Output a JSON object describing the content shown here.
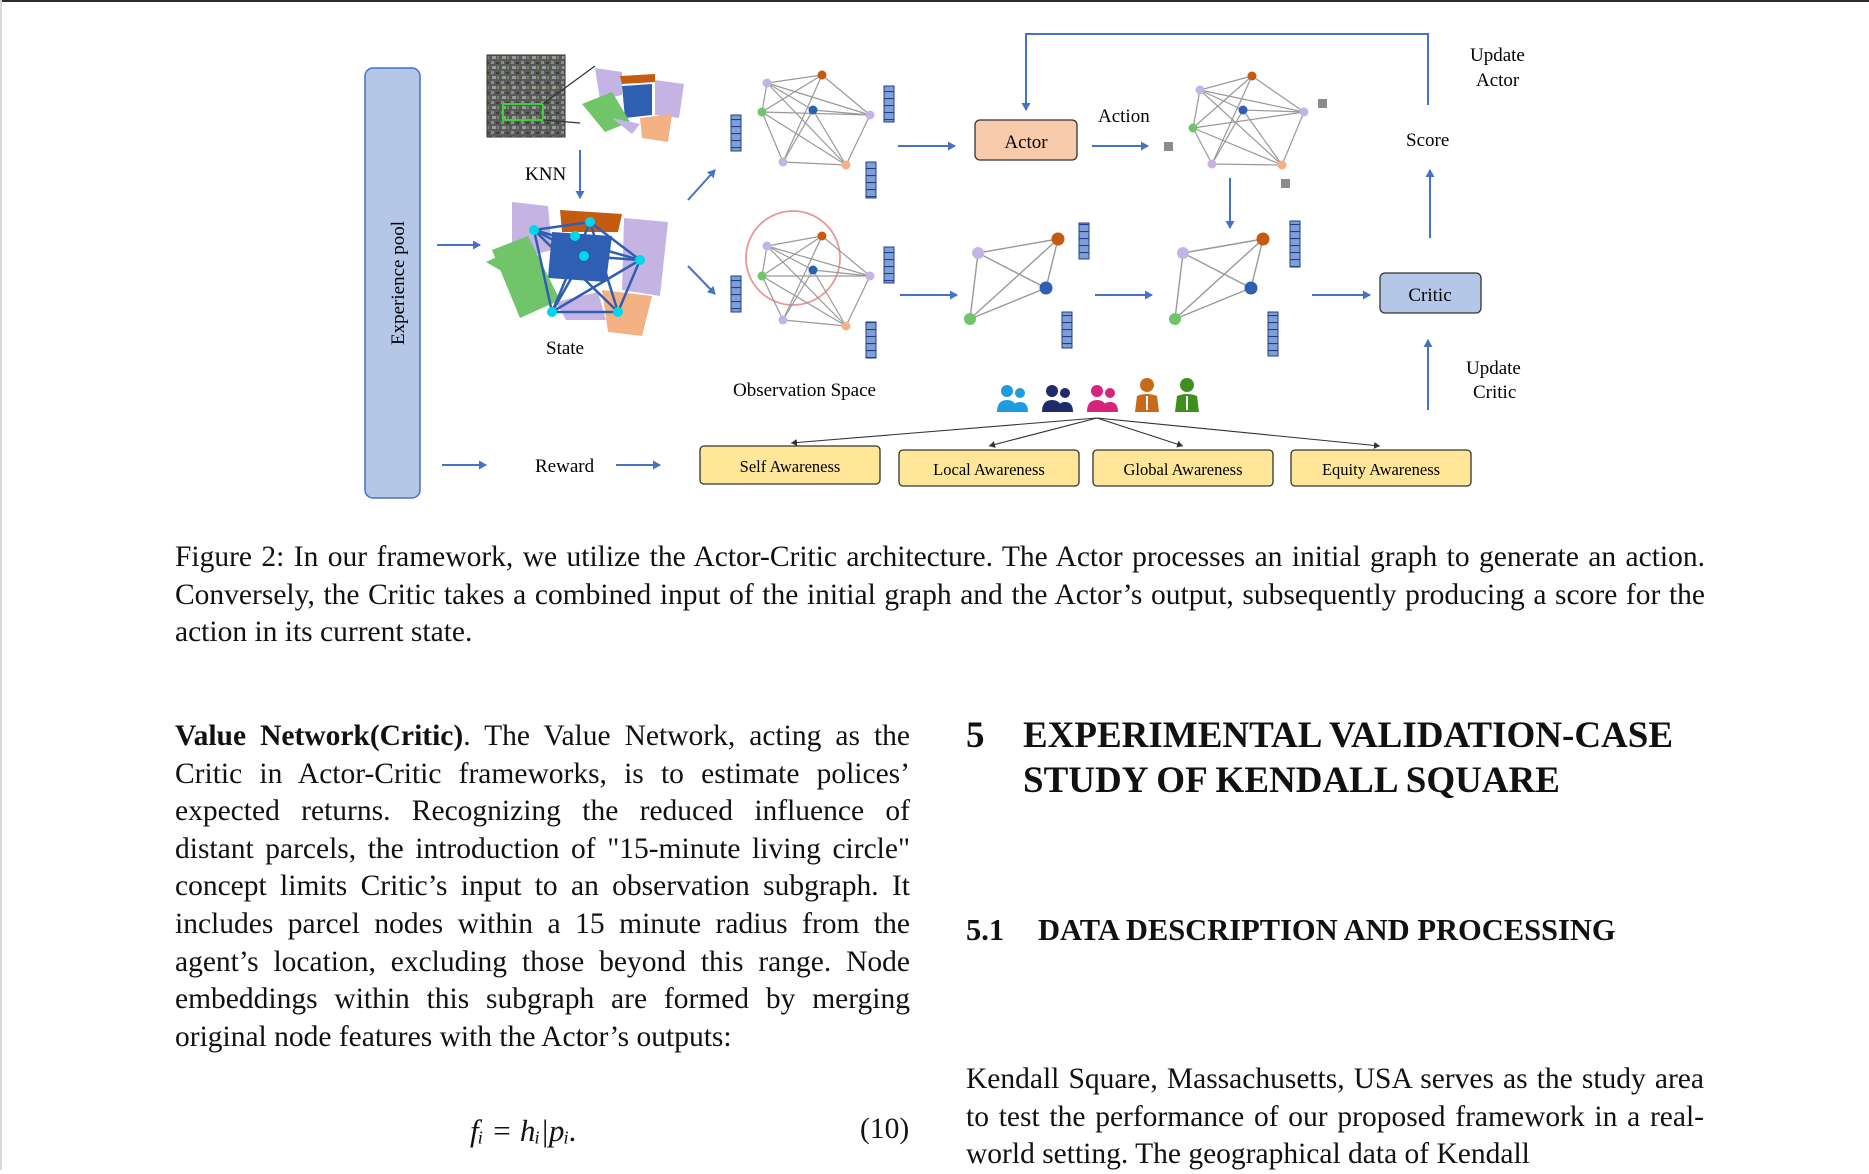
{
  "figure": {
    "labels": {
      "experience_pool": "Experience pool",
      "knn": "KNN",
      "state": "State",
      "observation_space": "Observation Space",
      "actor": "Actor",
      "action": "Action",
      "critic": "Critic",
      "score": "Score",
      "update_actor_1": "Update",
      "update_actor_2": "Actor",
      "update_critic_1": "Update",
      "update_critic_2": "Critic",
      "reward": "Reward",
      "self_awareness": "Self Awareness",
      "local_awareness": "Local Awareness",
      "global_awareness": "Global Awareness",
      "equity_awareness": "Equity Awareness"
    },
    "colors": {
      "arrow": "#4472c4",
      "experience_pool_fill": "#b4c7e7",
      "actor_fill": "#f8cbad",
      "critic_fill": "#b4c7e7",
      "awareness_fill": "#ffe699",
      "parcel_green": "#70c46a",
      "parcel_purple": "#c5b4e3",
      "parcel_orange": "#f4b183",
      "parcel_blue": "#2f5fb3",
      "parcel_rust": "#c55a11",
      "node_cyan": "#00d7e8"
    },
    "icons": [
      "people-icon-lightblue",
      "people-icon-navy",
      "people-icon-magenta",
      "person-icon-orange",
      "person-icon-green"
    ]
  },
  "caption": "Figure 2: In our framework, we utilize the Actor-Critic architecture. The Actor processes an initial graph to generate an action. Conversely, the Critic takes a combined input of the initial graph and the Actor’s output, subsequently producing a score for the action in its current state.",
  "left_column": {
    "bold_lead": "Value Network(Critic)",
    "body": ". The Value Network, acting as the Critic in Actor-Critic frameworks, is to estimate polices’ expected returns. Recognizing the reduced influence of distant parcels, the introduction of \"15-minute living circle\" concept limits Critic’s input to an observation subgraph. It includes parcel nodes within a 15 minute radius from the agent’s location, excluding those beyond this range. Node embeddings within this subgraph are formed by merging original node features with the Actor’s outputs:",
    "equation": "fᵢ = hᵢ|pᵢ.",
    "equation_number": "(10)"
  },
  "right_column": {
    "section_number": "5",
    "section_title": "EXPERIMENTAL VALIDATION-CASE STUDY OF KENDALL SQUARE",
    "subsection_number": "5.1",
    "subsection_title": "DATA DESCRIPTION AND PROCESSING",
    "body": "Kendall Square, Massachusetts, USA serves as the study area to test the performance of our proposed framework in a real-world setting. The geographical data of Kendall"
  }
}
